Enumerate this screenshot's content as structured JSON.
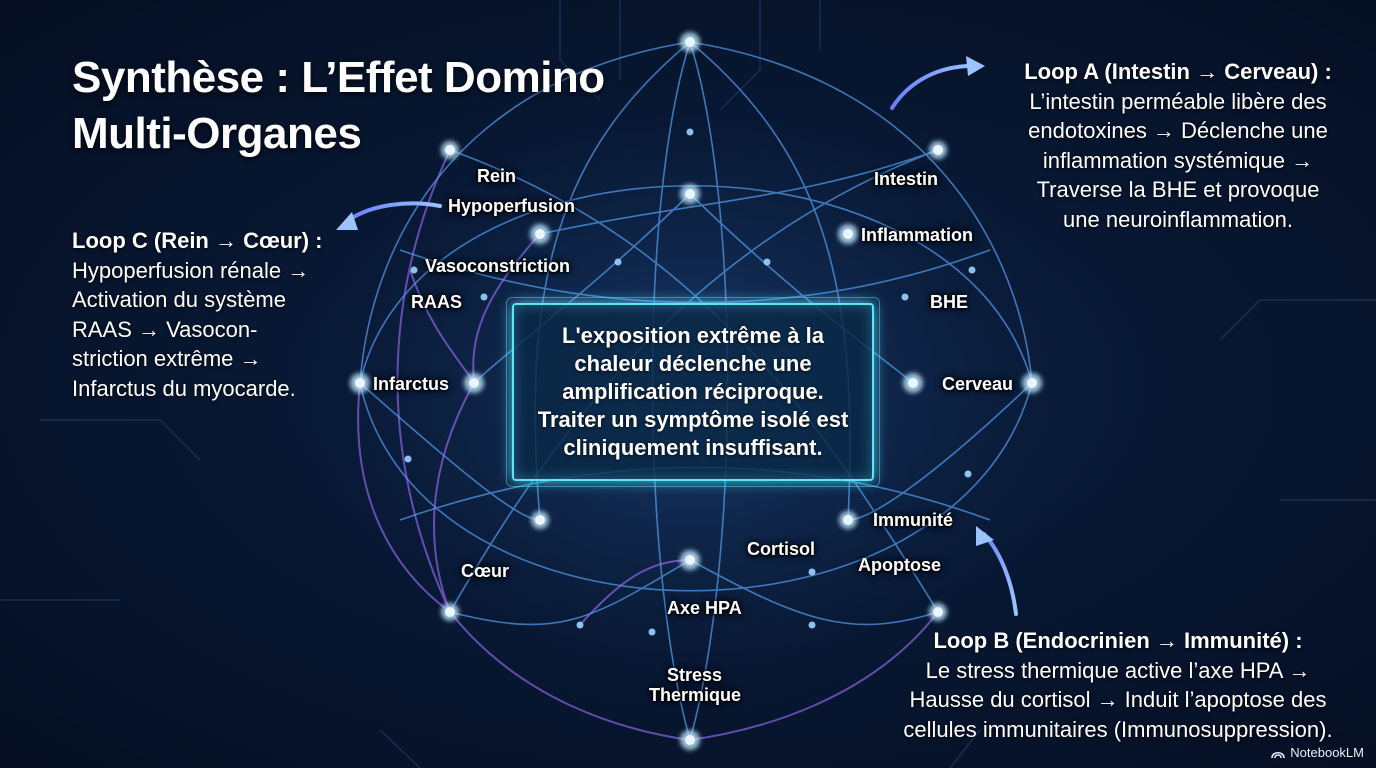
{
  "title": {
    "line1": "Synthèse : L’Effet Domino",
    "line2": "Multi-Organes"
  },
  "loops": {
    "a": {
      "head": "Loop A (Intestin → Cerveau) :",
      "lines": [
        "L’intestin perméable libère des",
        "endotoxines → Déclenche une",
        "inflammation systémique →",
        "Traverse la BHE et provoque",
        "une neuroinflammation."
      ]
    },
    "b": {
      "head": "Loop B (Endocrinien → Immunité) :",
      "lines": [
        "Le stress thermique active l’axe HPA →",
        "Hausse du cortisol → Induit l’apoptose des",
        "cellules immunitaires (Immunosuppression)."
      ]
    },
    "c": {
      "head": "Loop C (Rein → Cœur) :",
      "lines": [
        "Hypoperfusion rénale →",
        "Activation du système",
        "RAAS → Vasocon-",
        "striction extrême →",
        "Infarctus du myocarde."
      ]
    }
  },
  "center": {
    "lines": [
      "L'exposition extrême à la",
      "chaleur déclenche une",
      "amplification réciproque.",
      "Traiter un symptôme isolé est",
      "cliniquement insuffisant."
    ]
  },
  "nodes": {
    "rein": "Rein",
    "hypoperfusion": "Hypoperfusion",
    "vasoconstriction": "Vasoconstriction",
    "raas": "RAAS",
    "infarctus": "Infarctus",
    "coeur": "Cœur",
    "intestin": "Intestin",
    "inflammation": "Inflammation",
    "bhe": "BHE",
    "cerveau": "Cerveau",
    "immunite": "Immunité",
    "apoptose": "Apoptose",
    "cortisol": "Cortisol",
    "axe_hpa": "Axe HPA",
    "stress_line1": "Stress",
    "stress_line2": "Thermique"
  },
  "brand": {
    "label": "NotebookLM",
    "icon": "notebooklm-logo-icon"
  },
  "colors": {
    "background": "#071530",
    "cyan_glow": "#5fe3f5",
    "purple_glow": "#a070ff",
    "node_core": "#eaf6ff"
  }
}
